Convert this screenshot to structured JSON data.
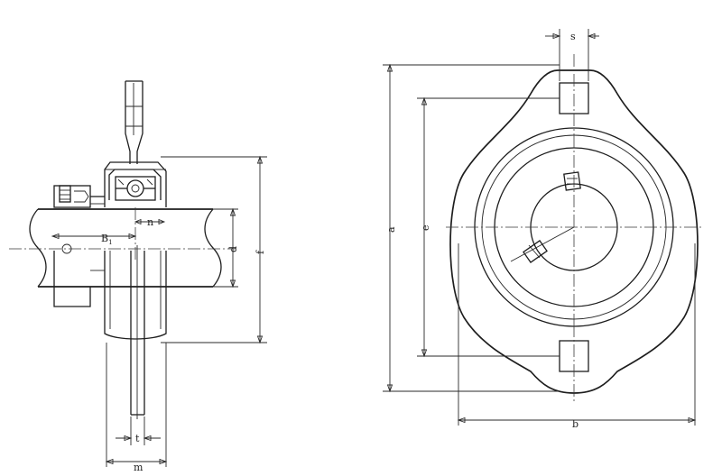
{
  "labels": {
    "B1_main": "B",
    "B1_sub": "1",
    "n": "n",
    "d": "d",
    "f": "f",
    "t": "t",
    "m": "m",
    "s": "s",
    "a": "a",
    "e": "e",
    "b": "b"
  }
}
